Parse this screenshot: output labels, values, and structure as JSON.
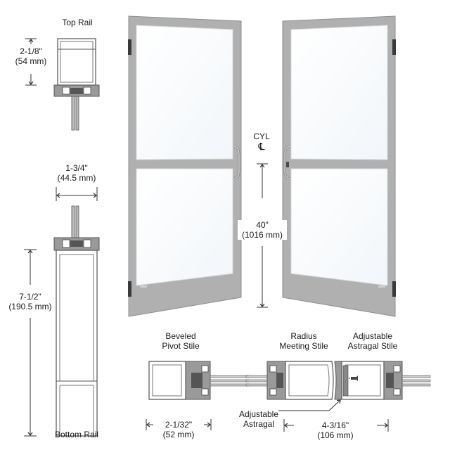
{
  "labels": {
    "top_rail": "Top Rail",
    "top_rail_height_in": "2-1/8\"",
    "top_rail_height_mm": "(54 mm)",
    "stile_width_in": "1-3/4\"",
    "stile_width_mm": "(44.5 mm)",
    "bottom_rail_height_in": "7-1/2\"",
    "bottom_rail_height_mm": "(190.5 mm)",
    "bottom_rail": "Bottom Rail",
    "cyl_text": "CYL",
    "cyl_symbol": "℄",
    "cyl_height_in": "40\"",
    "cyl_height_mm": "(1016 mm)",
    "beveled_line1": "Beveled",
    "beveled_line2": "Pivot Stile",
    "radius_line1": "Radius",
    "radius_line2": "Meeting Stile",
    "astragal_stile_line1": "Adjustable",
    "astragal_stile_line2": "Astragal Stile",
    "adj_astragal_line1": "Adjustable",
    "adj_astragal_line2": "Astragal",
    "pivot_width_in": "2-1/32\"",
    "pivot_width_mm": "(52 mm)",
    "meeting_width_in": "4-3/16\"",
    "meeting_width_mm": "(106 mm)"
  },
  "colors": {
    "frame": "#b0b0b0",
    "frame_dark": "#9a9a9a",
    "glass": "#ffffff",
    "glass_edge": "#e6eef6",
    "line": "#333333",
    "hinge": "#3a3a3a"
  }
}
